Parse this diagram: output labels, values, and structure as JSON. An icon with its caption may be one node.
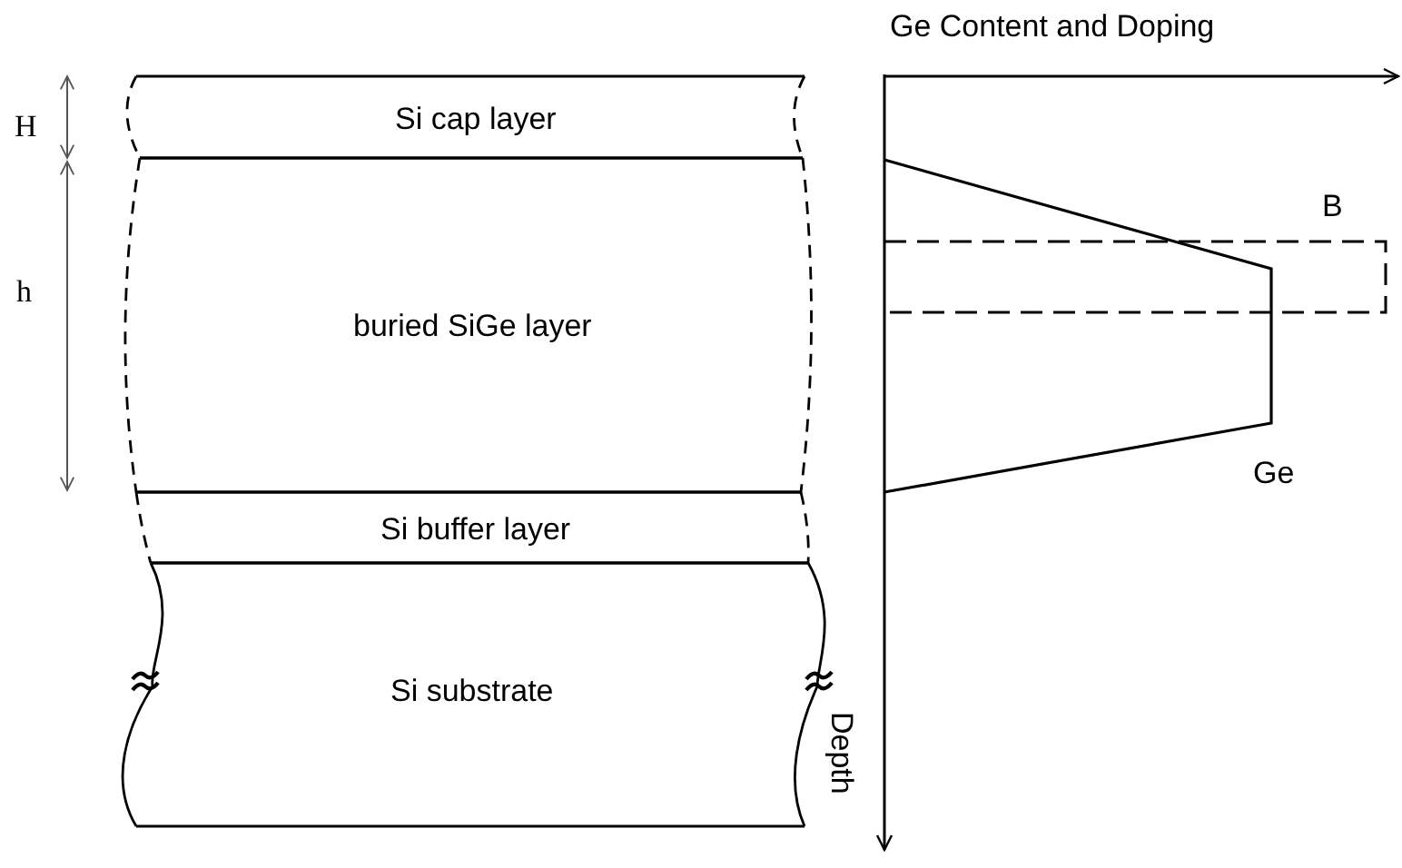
{
  "diagram": {
    "nodes": [
      {
        "text": [
          "Si cap layer"
        ]
      },
      {
        "text": [
          "buried SiGe layer"
        ]
      },
      {
        "text": [
          "Si buffer layer"
        ]
      },
      {
        "text": [
          "Si substrate"
        ]
      }
    ],
    "edges": [],
    "labels": [
      "Ge Content and Doping",
      "H",
      "B",
      "h",
      "Ge",
      "Depth"
    ]
  }
}
